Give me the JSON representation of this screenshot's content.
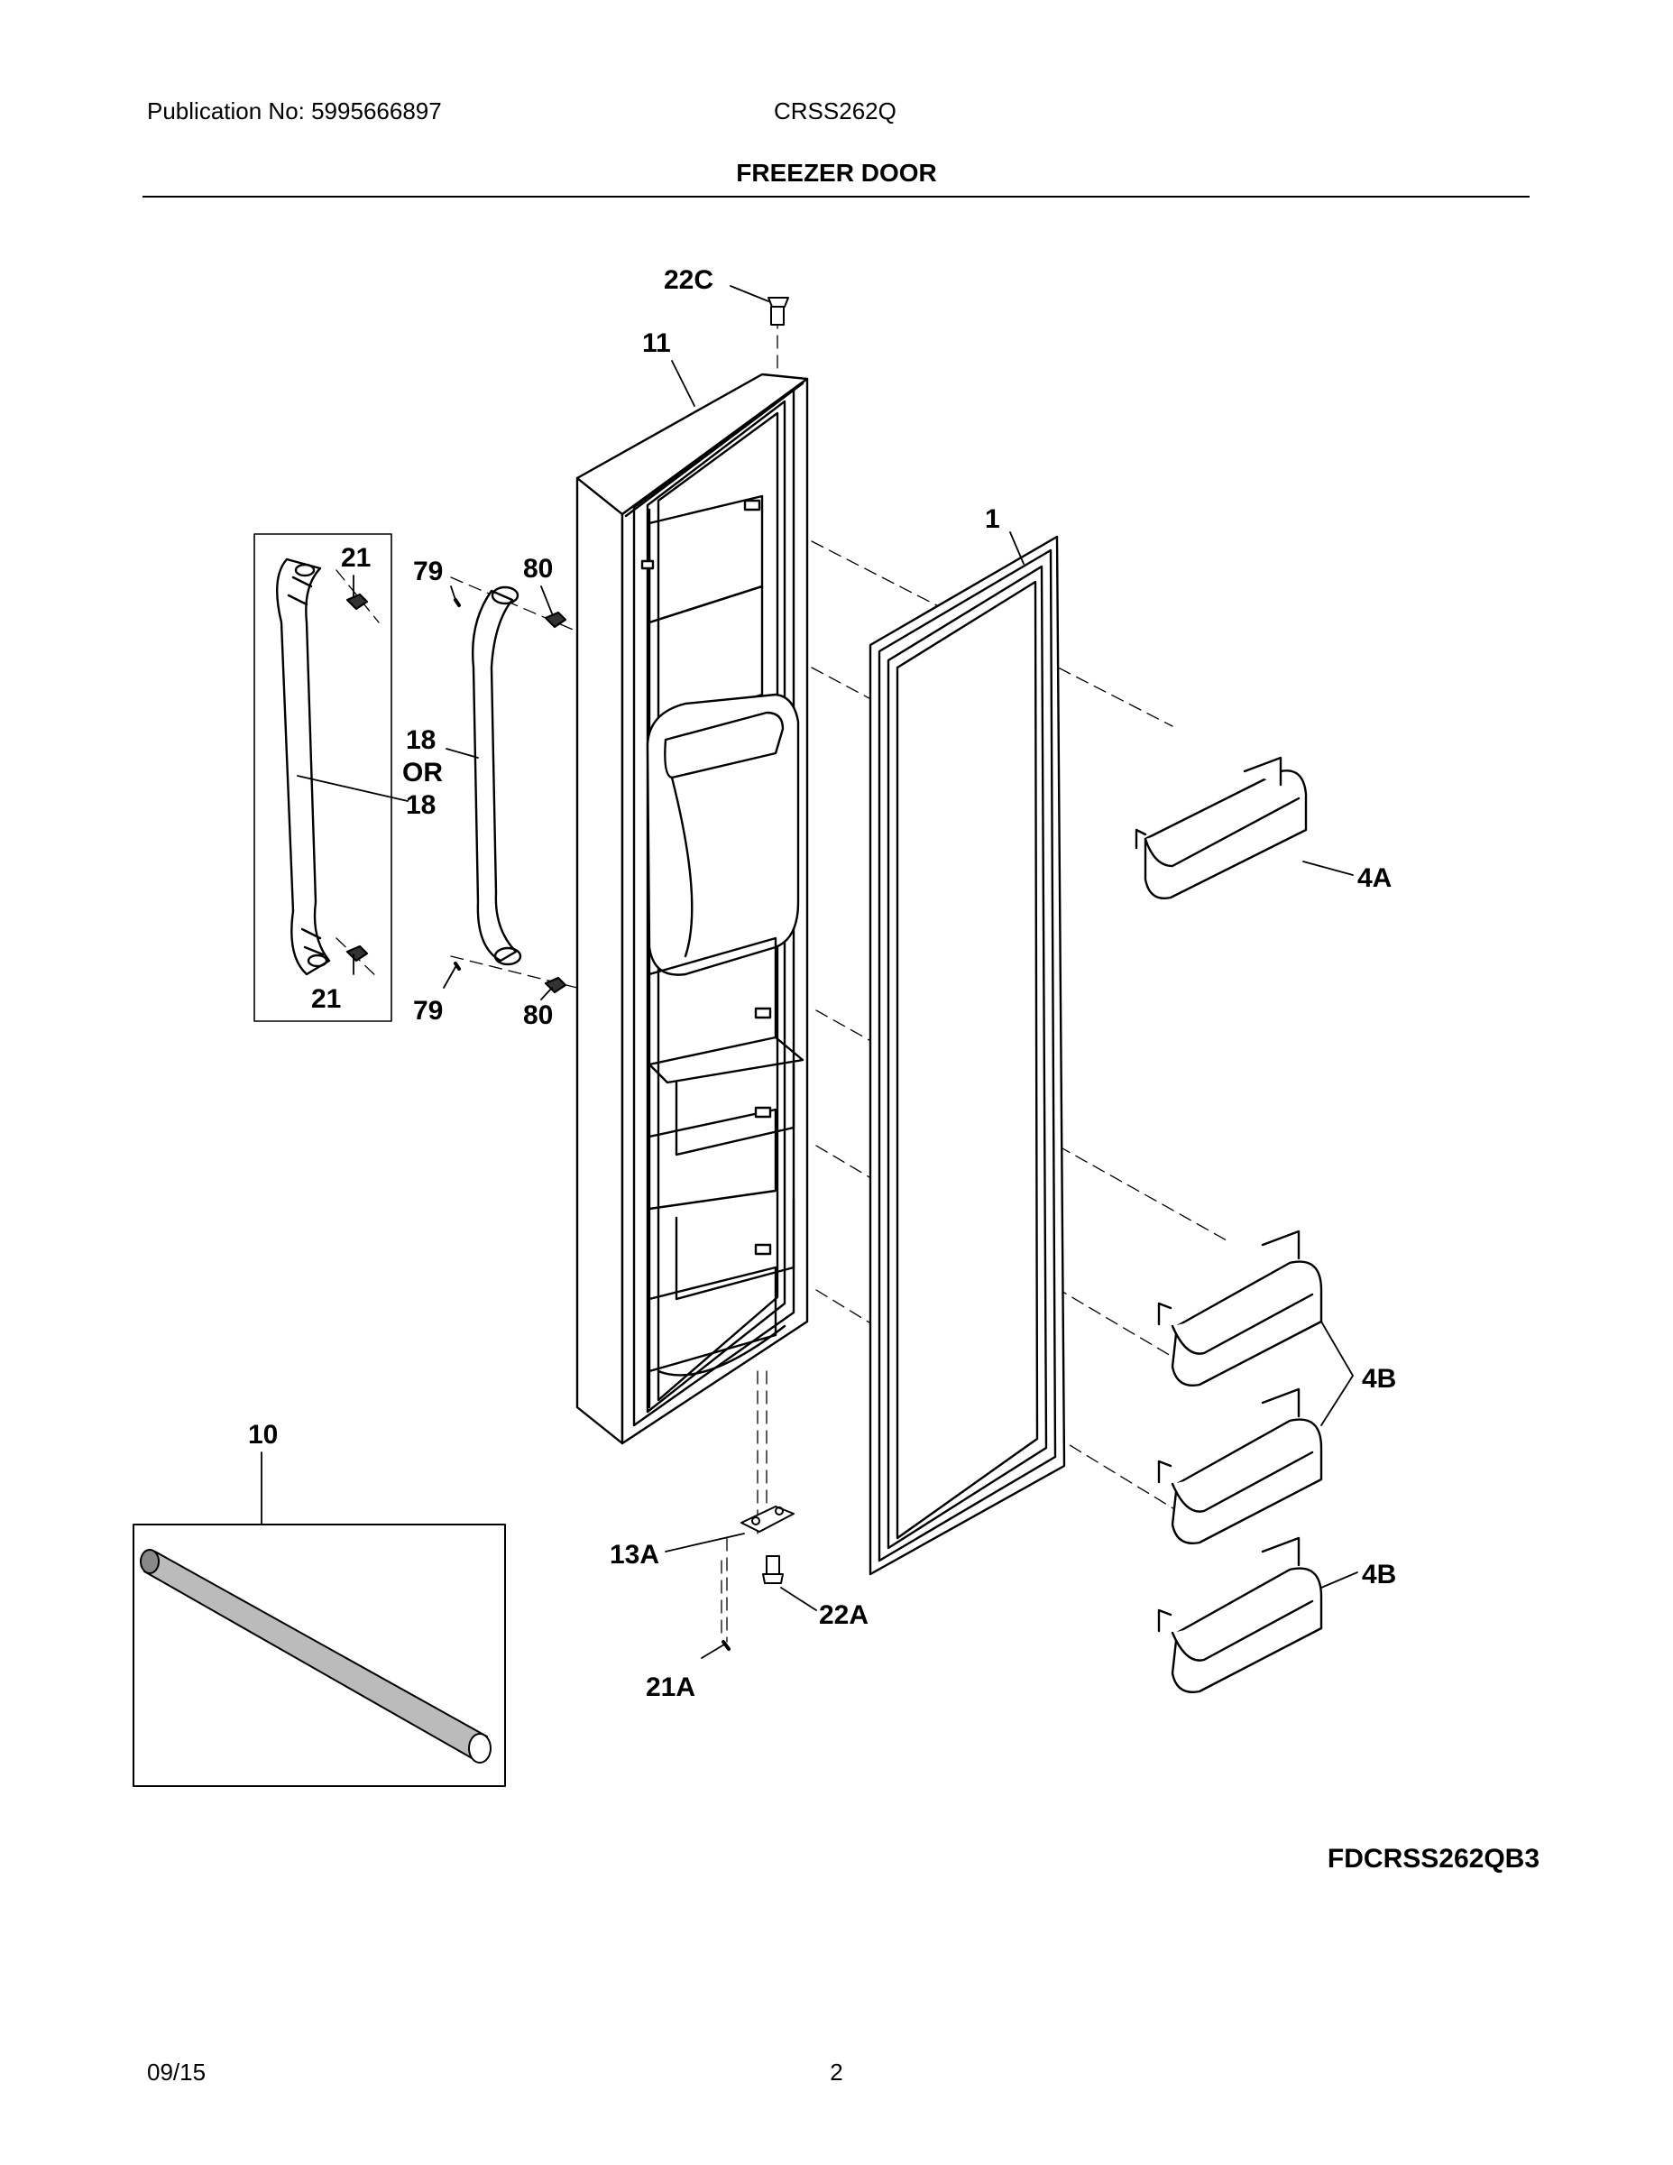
{
  "header": {
    "publication": "Publication No: 5995666897",
    "model": "CRSS262Q",
    "title": "FREEZER DOOR"
  },
  "diagram": {
    "labels": {
      "p22c": "22C",
      "p11": "11",
      "p1": "1",
      "p21_top": "21",
      "p79_top": "79",
      "p80_top": "80",
      "p18a": "18",
      "p_or": "OR",
      "p18b": "18",
      "p21_bottom": "21",
      "p79_bottom": "79",
      "p80_bottom": "80",
      "p4a": "4A",
      "p4b_upper": "4B",
      "p4b_lower": "4B",
      "p10": "10",
      "p13a": "13A",
      "p22a": "22A",
      "p21a": "21A"
    },
    "code": "FDCRSS262QB3"
  },
  "footer": {
    "date": "09/15",
    "page": "2"
  }
}
